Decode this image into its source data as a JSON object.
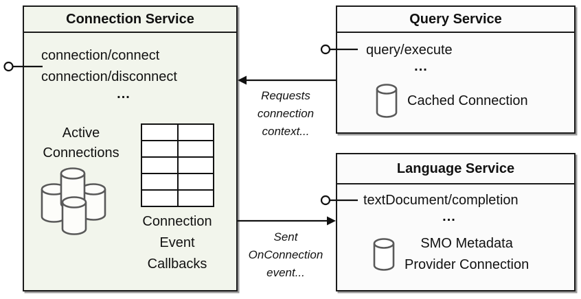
{
  "colors": {
    "connection_box_fill": "#f2f5ec",
    "service_box_fill": "#fbfbfb",
    "box_border": "#1a1a1a",
    "cylinder_stroke": "#595959",
    "text": "#111111"
  },
  "connection_service": {
    "title": "Connection Service",
    "methods": "connection/connect\nconnection/disconnect",
    "ellipsis": "...",
    "active_connections_label": "Active\nConnections",
    "callbacks_label": "Connection\nEvent\nCallbacks"
  },
  "query_service": {
    "title": "Query Service",
    "methods": "query/execute",
    "ellipsis": "...",
    "cached_connection_label": "Cached Connection"
  },
  "language_service": {
    "title": "Language Service",
    "methods": "textDocument/completion",
    "ellipsis": "...",
    "metadata_label": "SMO Metadata\nProvider Connection"
  },
  "connectors": {
    "requests_label": "Requests\nconnection\ncontext...",
    "sent_label": "Sent\nOnConnection\nevent..."
  }
}
